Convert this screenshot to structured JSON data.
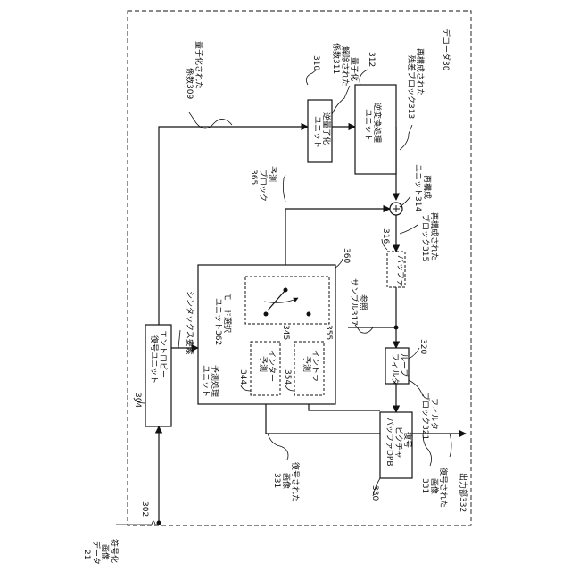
{
  "labels": {
    "decoder": "デコーダ30",
    "encoded_data_1": "符号化",
    "encoded_data_2": "画像",
    "encoded_data_3": "データ",
    "encoded_data_4": "21",
    "ref_302": "302",
    "ref_304": "304",
    "entropy_1": "エントロピー",
    "entropy_2": "復号ユニット",
    "quant_coef_1": "量子化された",
    "quant_coef_2": "係数309",
    "syntax": "シンタックス要素",
    "ref_310": "310",
    "dequant_coef_1": "量子化",
    "dequant_coef_2": "解除された",
    "dequant_coef_3": "係数311",
    "dequant_1": "逆量子化",
    "dequant_2": "ユニット",
    "ref_312": "312",
    "inverse_1": "逆変換処理",
    "inverse_2": "ユニット",
    "recon_residual_1": "再構成された",
    "recon_residual_2": "残差ブロック313",
    "pred_block_1": "予測",
    "pred_block_2": "ブロック",
    "pred_block_3": "365",
    "recon_unit_1": "再構成",
    "recon_unit_2": "ユニット314",
    "recon_block_1": "再構成された",
    "recon_block_2": "ブロック315",
    "ref_316": "316",
    "buffer": "バッファ",
    "ref_sample_1": "参照",
    "ref_sample_2": "サンプル317",
    "ref_360": "360",
    "pred_unit_1": "予測処理",
    "pred_unit_2": "ユニット",
    "mode_1": "モード選択",
    "mode_2": "ユニット362",
    "ref_344": "344",
    "inter_1": "インター",
    "inter_2": "予測",
    "ref_345": "345",
    "ref_354": "354",
    "intra_1": "イントラ",
    "intra_2": "予測",
    "ref_355": "355",
    "loop_1": "ループ",
    "loop_2": "フィルタ",
    "ref_320": "320",
    "filtered_1": "フィルタ",
    "filtered_2": "ブロック321",
    "dpb_1": "復号",
    "dpb_2": "ピクチャ",
    "dpb_3": "バッファDPB",
    "ref_330": "330",
    "decoded_pic_a_1": "復号された",
    "decoded_pic_a_2": "画像",
    "decoded_pic_a_3": "331",
    "decoded_pic_b_1": "復号された",
    "decoded_pic_b_2": "画像",
    "decoded_pic_b_3": "331",
    "output": "出力部332"
  }
}
